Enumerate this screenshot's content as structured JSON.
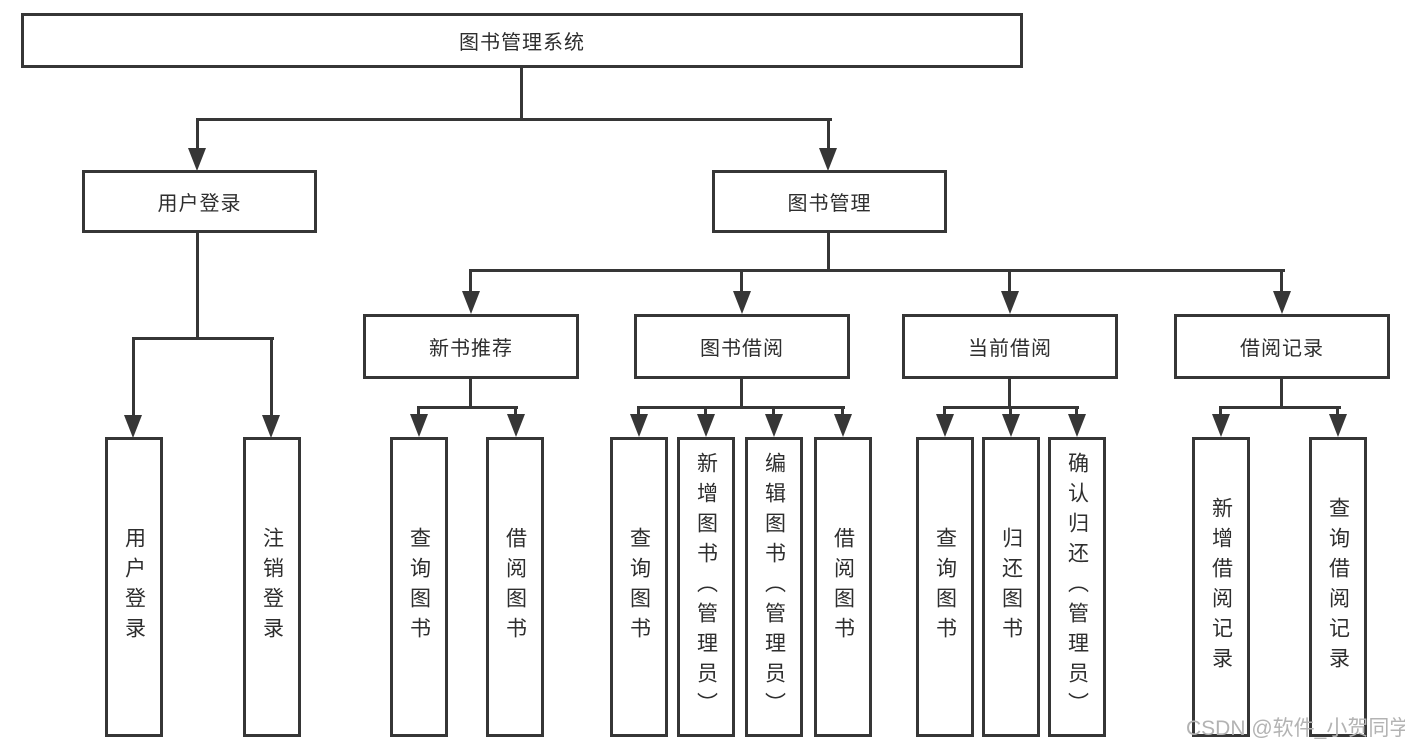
{
  "diagram": {
    "root": {
      "label": "图书管理系统"
    },
    "branches": {
      "user_login": {
        "label": "用户登录",
        "children": [
          "用户登录",
          "注销登录"
        ]
      },
      "book_mgmt": {
        "label": "图书管理",
        "sections": [
          {
            "label": "新书推荐",
            "children": [
              "查询图书",
              "借阅图书"
            ]
          },
          {
            "label": "图书借阅",
            "children": [
              "查询图书",
              "新增图书（管理员）",
              "编辑图书（管理员）",
              "借阅图书"
            ]
          },
          {
            "label": "当前借阅",
            "children": [
              "查询图书",
              "归还图书",
              "确认归还（管理员）"
            ]
          },
          {
            "label": "借阅记录",
            "children": [
              "新增借阅记录",
              "查询借阅记录"
            ]
          }
        ]
      }
    }
  },
  "watermark": {
    "text": "CSDN @软件_小贺同学"
  },
  "colors": {
    "line": "#363636",
    "text": "#2e2e2e",
    "box_fill": "#ffffff",
    "watermark": "#b3b3b3",
    "background": "#ffffff"
  }
}
